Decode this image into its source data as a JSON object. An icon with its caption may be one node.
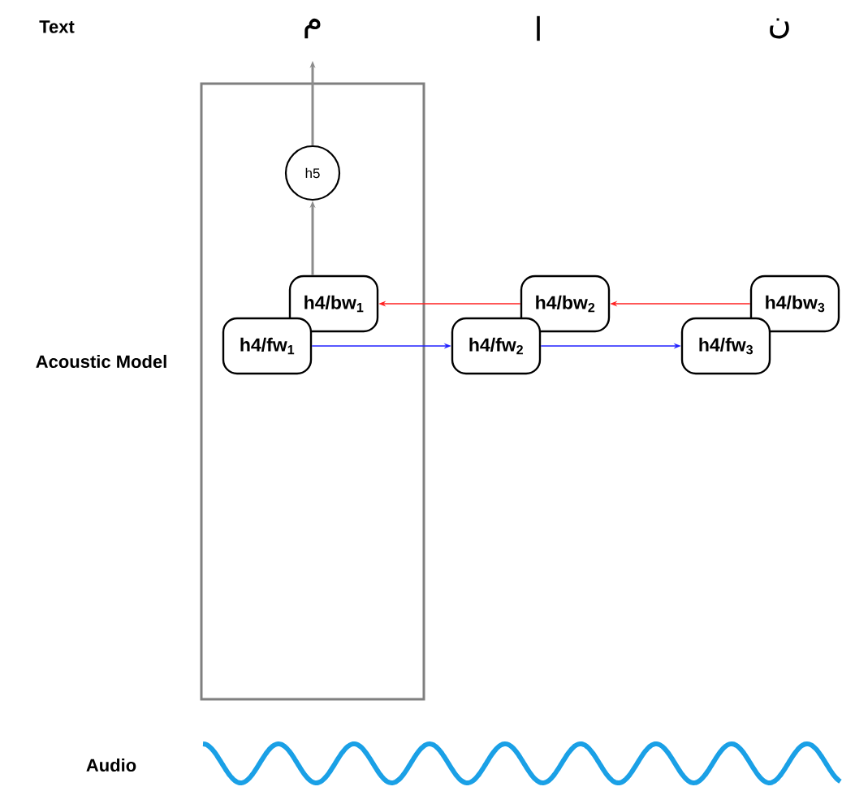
{
  "diagram": {
    "nodes": [
      {
        "text": [],
        "shape": "box"
      },
      {
        "text": [
          "h5"
        ],
        "in": 0
      },
      {
        "text": [
          "h4/bw$_{1}$"
        ],
        "in": 0
      },
      {
        "text": [
          "h4/fw$_{1}$"
        ],
        "in": 0
      },
      {
        "text": [
          "h4/bw$_{2}$"
        ]
      },
      {
        "text": [
          "h4/fw$_{2}$"
        ]
      },
      {
        "text": [
          "h4/bw$_{3}$"
        ]
      },
      {
        "text": [
          "h4/fw$_{3}$"
        ]
      }
    ],
    "edges": [
      {
        "from": 1,
        "to": null,
        "arrow": "to",
        "color": "#8c8c8c"
      },
      {
        "from": 2,
        "to": 1,
        "arrow": "to",
        "color": "#8c8c8c"
      },
      {
        "from": 4,
        "to": 2,
        "arrow": "to",
        "color": "#ff2020"
      },
      {
        "from": 6,
        "to": 4,
        "arrow": "to",
        "color": "#ff2020"
      },
      {
        "from": 3,
        "to": 5,
        "arrow": "to",
        "color": "#2020ff"
      },
      {
        "from": 5,
        "to": 7,
        "arrow": "to",
        "color": "#2020ff"
      }
    ],
    "labels": [
      "Text",
      "م",
      "ا",
      "ن",
      "Acoustic Model",
      "Audio"
    ]
  }
}
